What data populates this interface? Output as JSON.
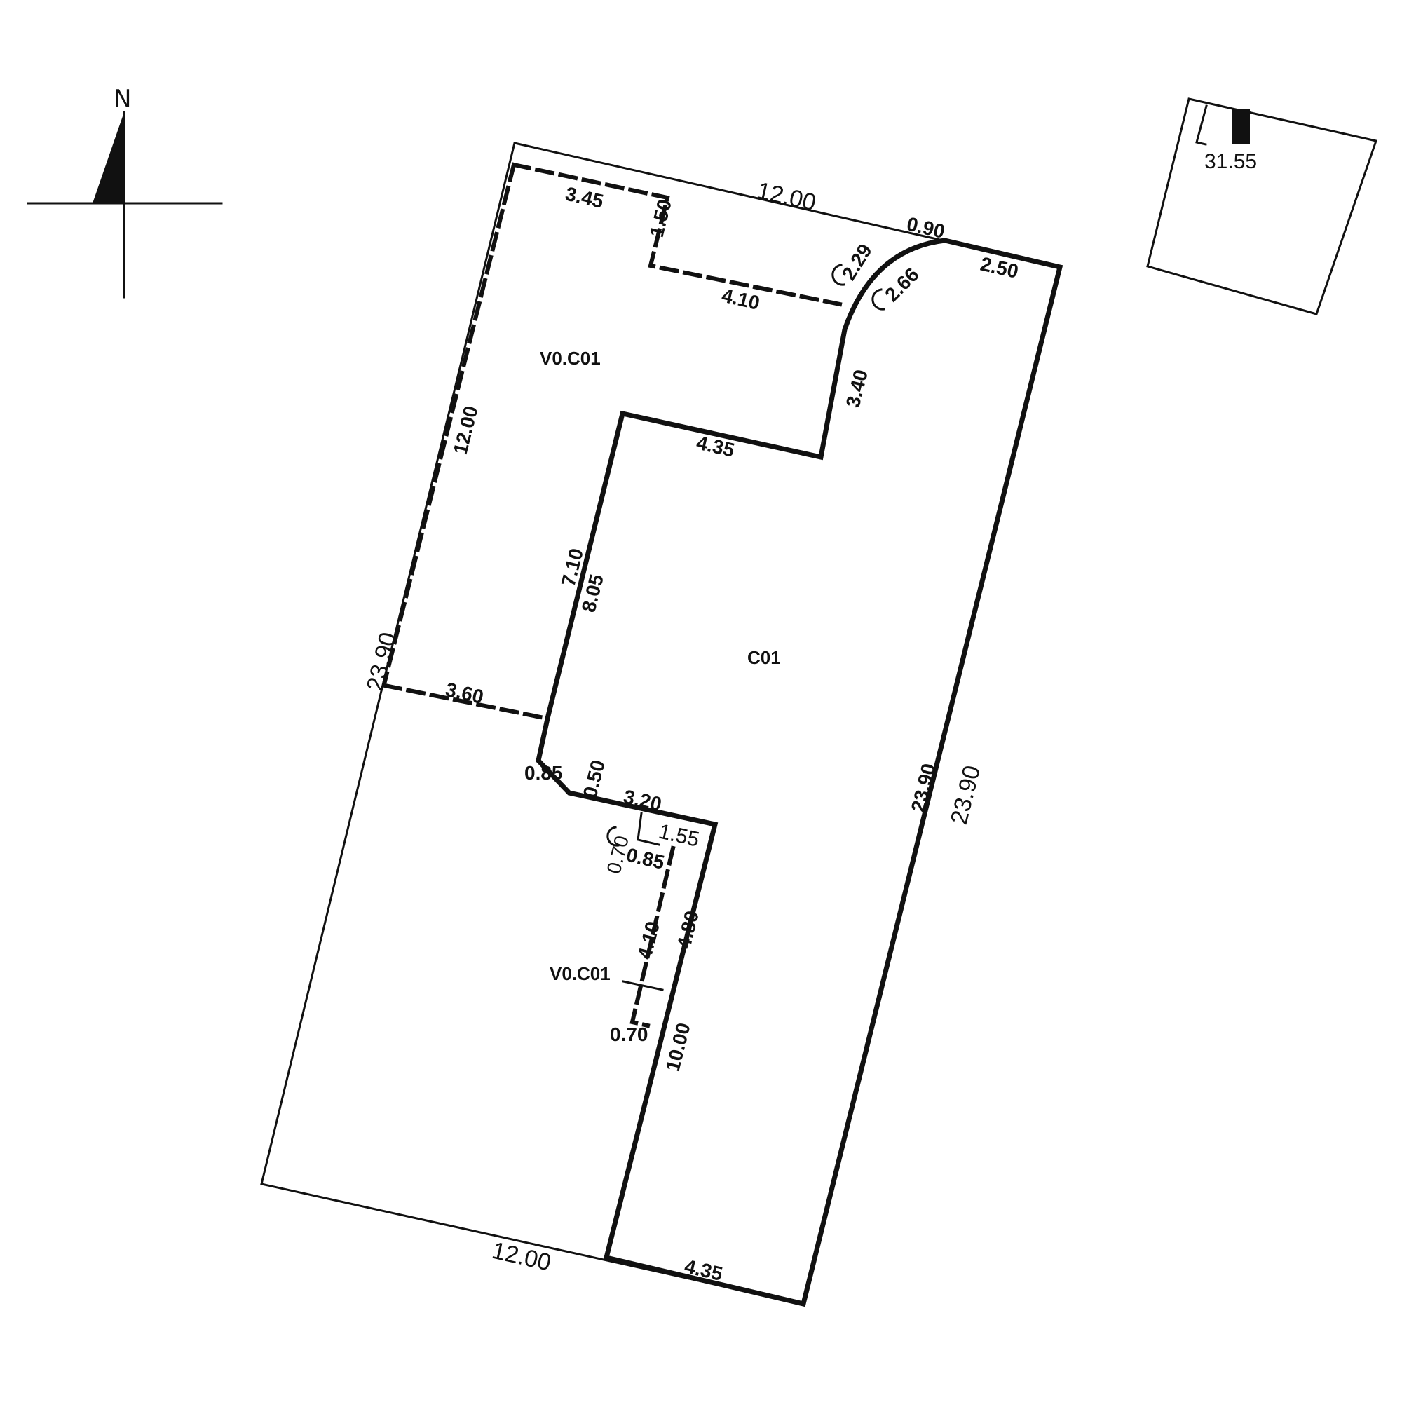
{
  "north": {
    "label": "N"
  },
  "zones": {
    "main": "C01",
    "upper": "V0.C01",
    "lower": "V0.C01"
  },
  "dims": {
    "top_outer": "12.00",
    "bottom_outer": "12.00",
    "left_outer": "23.90",
    "right_outer": "23.90",
    "right_inner": "23.90",
    "top_dash": "3.45",
    "top_drop": "1.50",
    "mid_dash": "4.10",
    "radius_outer": "2.29",
    "radius_inner": "2.66",
    "top_gap": "0.90",
    "top_right": "2.50",
    "notch_vertical": "3.40",
    "notch_bottom": "4.35",
    "left_dash_vertical": "12.00",
    "notch_left_a": "7.10",
    "notch_left_b": "8.05",
    "left_dash_horizontal": "3.60",
    "small_w": "0.85",
    "small_h": "0.50",
    "ledge": "3.20",
    "step_w": "1.55",
    "step_a": "0.70",
    "step_b": "0.85",
    "lower_dash": "4.10",
    "lower_solid": "4.80",
    "lower_small": "0.70",
    "lower_vertical": "10.00",
    "bottom_inner": "4.35"
  },
  "inset": {
    "label": "31.55"
  }
}
